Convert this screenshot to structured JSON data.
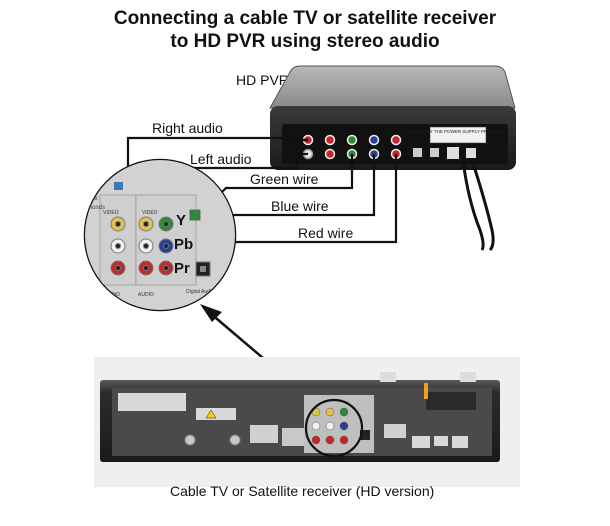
{
  "title_line1": "Connecting a cable TV or satellite receiver",
  "title_line2": "to HD PVR using stereo audio",
  "device_top_label": "HD PVR",
  "device_bottom_label": "Cable TV or Satellite receiver (HD version)",
  "wire_labels": {
    "right_audio": "Right audio",
    "left_audio": "Left audio",
    "green": "Green wire",
    "blue": "Blue wire",
    "red": "Red wire"
  },
  "port_labels": {
    "y": "Y",
    "pb": "Pb",
    "pr": "Pr"
  },
  "hdpvr_sticker": "USE ONLY THE POWER SUPPLY PROVIDED!",
  "closeup_labels": {
    "video": "VIDEO",
    "audio": "AUDIO",
    "digital_audio": "Digital Audio Output"
  },
  "colors": {
    "green": "#2e8a3a",
    "blue": "#2a3f9a",
    "red": "#c0282a",
    "white": "#e8e8e8",
    "wire": "#111111"
  }
}
